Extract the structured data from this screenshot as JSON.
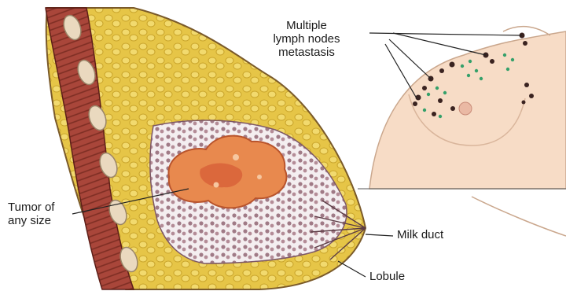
{
  "labels": {
    "lymph_nodes": "Multiple\nlymph nodes\nmetastasis",
    "tumor": "Tumor of\nany size",
    "milk_duct": "Milk duct",
    "lobule": "Lobule"
  },
  "colors": {
    "fat": "#e8c94a",
    "muscle": "#a34a3c",
    "tumor": "#e8894e",
    "skin": "#f7dcc6",
    "node_dark": "#3a2320",
    "node_green": "#35a06a"
  }
}
